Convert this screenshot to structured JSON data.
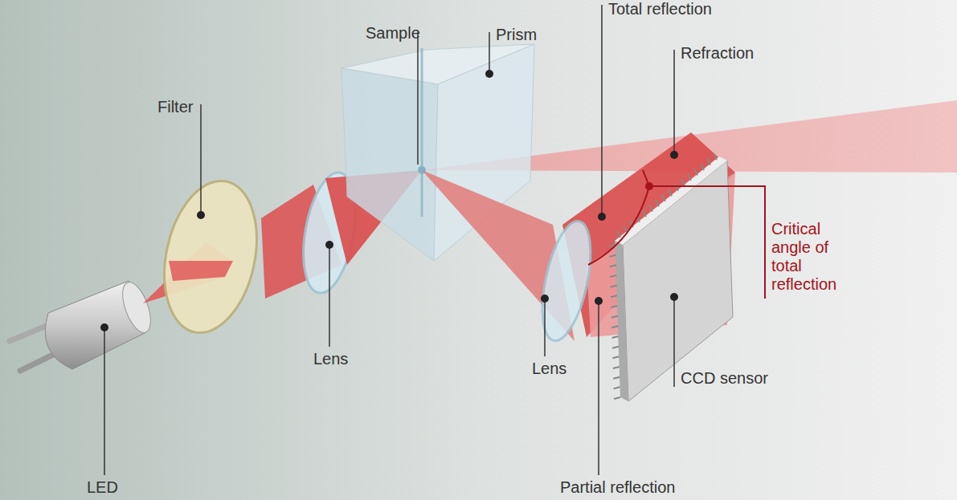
{
  "diagram": {
    "labels": [
      "Sample",
      "Prism",
      "Total reflection",
      "Refraction",
      "Filter",
      "Lens",
      "Lens",
      "LED",
      "Critical angle of total reflection",
      "CCD sensor",
      "Partial reflection"
    ]
  }
}
